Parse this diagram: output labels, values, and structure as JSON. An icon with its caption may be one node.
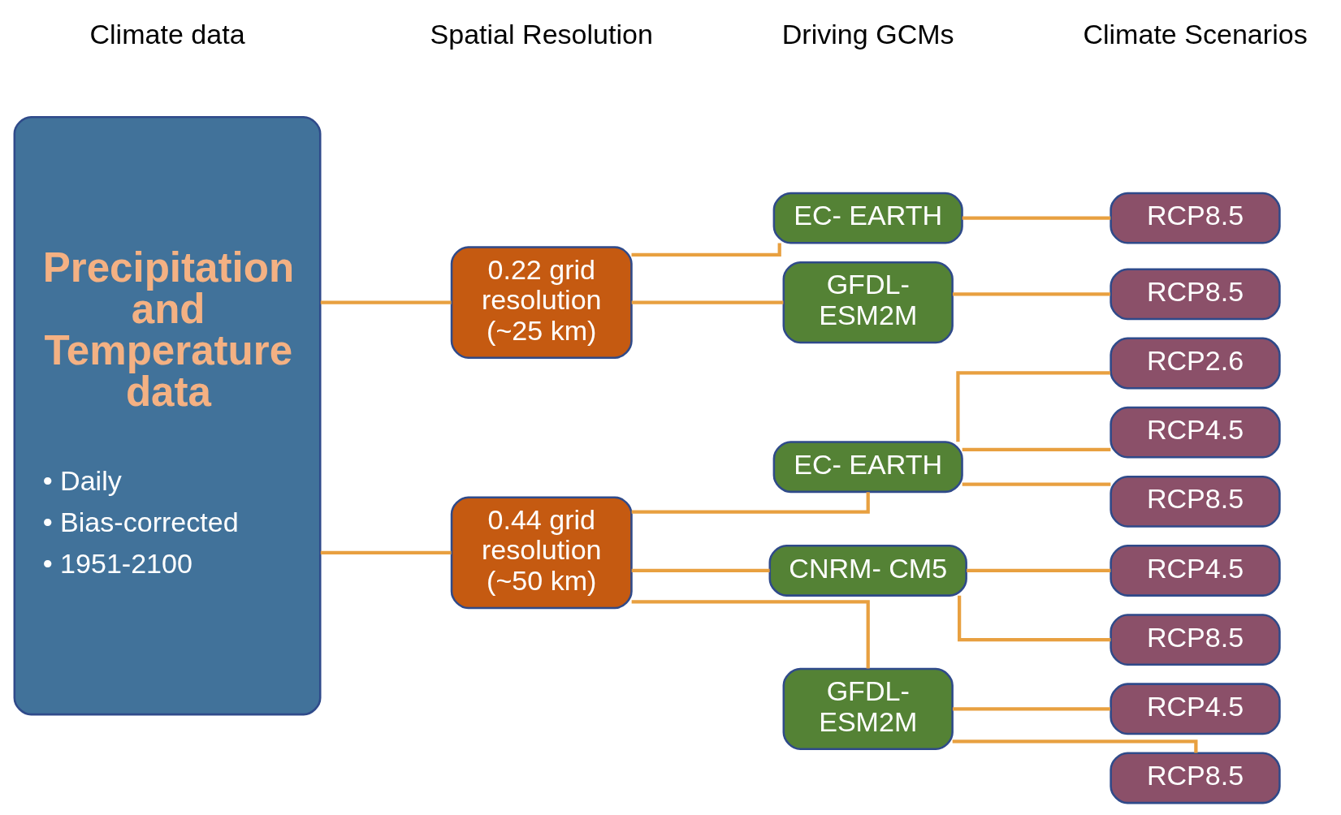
{
  "diagram": {
    "nodes": [
      {
        "text": [
          "Precipitation and Temperature data",
          "• Daily",
          "• Bias-corrected",
          "• 1951-2100"
        ]
      },
      {
        "text": [
          "0.22 grid resolution (~25 km)"
        ]
      },
      {
        "text": [
          "0.44 grid resolution (~50 km)"
        ]
      },
      {
        "text": [
          "EC- EARTH"
        ]
      },
      {
        "text": [
          "GFDL- ESM2M"
        ]
      },
      {
        "text": [
          "EC- EARTH"
        ]
      },
      {
        "text": [
          "CNRM- CM5"
        ]
      },
      {
        "text": [
          "GFDL- ESM2M"
        ]
      },
      {
        "text": [
          "RCP8.5"
        ]
      },
      {
        "text": [
          "RCP8.5"
        ]
      },
      {
        "text": [
          "RCP2.6"
        ]
      },
      {
        "text": [
          "RCP4.5"
        ]
      },
      {
        "text": [
          "RCP8.5"
        ]
      },
      {
        "text": [
          "RCP4.5"
        ]
      },
      {
        "text": [
          "RCP8.5"
        ]
      },
      {
        "text": [
          "RCP4.5"
        ]
      },
      {
        "text": [
          "RCP8.5"
        ]
      }
    ],
    "edges": [
      {
        "from": 0,
        "to": 1,
        "arrow": "none"
      },
      {
        "from": 0,
        "to": 2,
        "arrow": "none"
      },
      {
        "from": 1,
        "to": 3,
        "arrow": "none"
      },
      {
        "from": 1,
        "to": 4,
        "arrow": "none"
      },
      {
        "from": 2,
        "to": 5,
        "arrow": "none"
      },
      {
        "from": 2,
        "to": 6,
        "arrow": "none"
      },
      {
        "from": 2,
        "to": 7,
        "arrow": "none"
      },
      {
        "from": 3,
        "to": 8,
        "arrow": "none"
      },
      {
        "from": 4,
        "to": 9,
        "arrow": "none"
      },
      {
        "from": 5,
        "to": 10,
        "arrow": "none"
      },
      {
        "from": 5,
        "to": 11,
        "arrow": "none"
      },
      {
        "from": 5,
        "to": 12,
        "arrow": "none"
      },
      {
        "from": 6,
        "to": 13,
        "arrow": "none"
      },
      {
        "from": 6,
        "to": 14,
        "arrow": "none"
      },
      {
        "from": 7,
        "to": 15,
        "arrow": "none"
      },
      {
        "from": 7,
        "to": 16,
        "arrow": "none"
      }
    ],
    "labels": [
      "Climate data",
      "Spatial Resolution",
      "Driving GCMs",
      "Climate Scenarios"
    ]
  }
}
